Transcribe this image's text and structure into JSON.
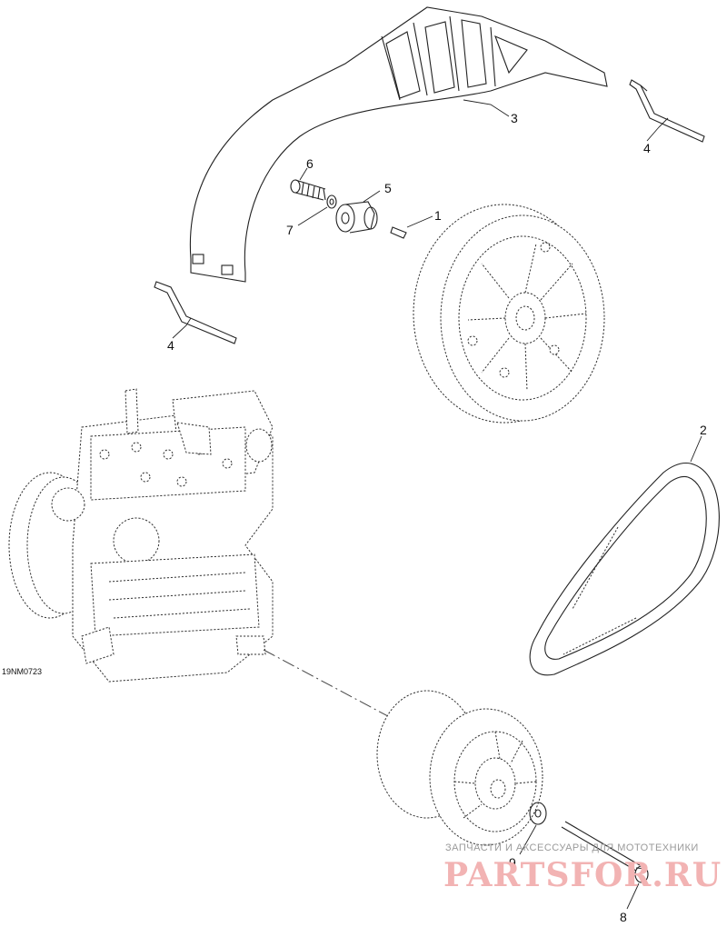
{
  "figure_id": "19NM0723",
  "callouts": [
    "1",
    "2",
    "3",
    "4",
    "4",
    "5",
    "6",
    "7",
    "8",
    "9"
  ],
  "watermark": {
    "tagline": "ЗАПЧАСТИ И АКСЕССУАРЫ ДЛЯ МОТОТЕХНИКИ",
    "logo": "PARTSFOR.RU",
    "color": "#e88a8a"
  },
  "line_color": "#222222"
}
